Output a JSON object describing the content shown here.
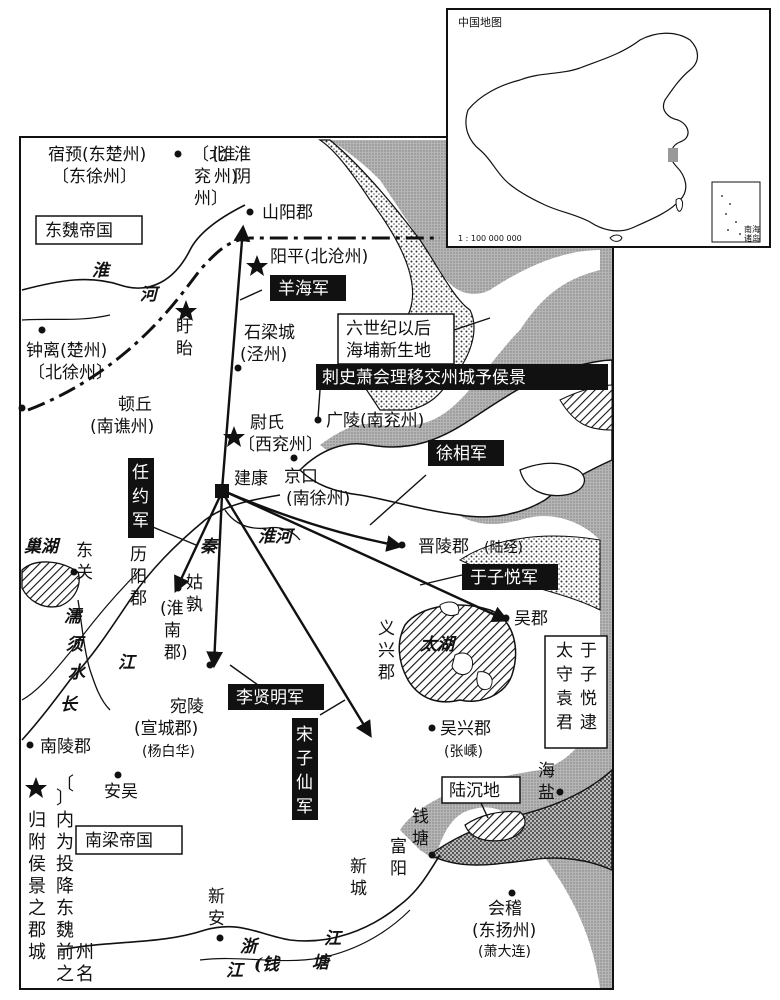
{
  "inset": {
    "title": "中国地图",
    "scale": "1 : 100 000 000",
    "south_sea_label": "南海诸岛"
  },
  "empires": {
    "east_wei": "东魏帝国",
    "south_liang": "南梁帝国"
  },
  "rivers": {
    "huai_he": [
      "淮",
      "河"
    ],
    "qin_huai_he": [
      "秦",
      "淮河"
    ],
    "jiang": "江",
    "chang": "长",
    "ruxu": [
      "濡",
      "须",
      "水"
    ],
    "chaohu": "巢湖",
    "taihu": "太湖",
    "zhe_jiang": [
      "浙",
      "江",
      "江"
    ],
    "qiantang": [
      "(钱",
      "塘"
    ]
  },
  "places": {
    "suyu": "宿预(东楚州)",
    "suyu_sub": "〔东徐州〕",
    "huaiyin_a": "淮",
    "huaiyin_b": "阴",
    "huaiyin_paren_a": "(淮",
    "huaiyin_paren_b": "州)",
    "huaiyin_bracket_a": "〔北",
    "huaiyin_bracket_b": "兖",
    "huaiyin_bracket_c": "州〕",
    "shanyang": "山阳郡",
    "yangping": "阳平(北沧州)",
    "xuyi_a": "盱",
    "xuyi_b": "眙",
    "zhongli": "钟离(楚州)",
    "zhongli_sub": "〔北徐州〕",
    "shiliang": "石梁城",
    "shiliang_sub": "(泾州)",
    "dunqiu": "顿丘",
    "dunqiu_sub": "(南谯州)",
    "weishi": "尉氏",
    "weishi_sub": "〔西兖州〕",
    "guangling": "广陵(南兖州)",
    "jiankang": "建康",
    "jingkou": "京口",
    "jingkou_sub": "(南徐州)",
    "jinling": "晋陵郡",
    "jinling_note": "(陆经)",
    "dongguan_a": "东",
    "dongguan_b": "关",
    "liyang": [
      "历",
      "阳",
      "郡"
    ],
    "gushu": [
      "姑",
      "孰"
    ],
    "huainan": [
      "(淮",
      "南",
      "郡)"
    ],
    "yixing": [
      "义",
      "兴",
      "郡"
    ],
    "wujun": "吴郡",
    "wanling": "宛陵",
    "wanling_sub": "(宣城郡)",
    "wanling_note": "(杨白华)",
    "wuxing": "吴兴郡",
    "wuxing_note": "(张嵊)",
    "nanling": "南陵郡",
    "anwu": "安吴",
    "haiyan": [
      "海",
      "盐"
    ],
    "qiantang_city": [
      "钱",
      "塘"
    ],
    "fuyang": [
      "富",
      "阳"
    ],
    "xincheng": [
      "新",
      "城"
    ],
    "xinan": [
      "新",
      "安"
    ],
    "kuaiji": "会稽",
    "kuaiji_sub": "(东扬州)",
    "kuaiji_note": "(萧大连)"
  },
  "labels": {
    "new_land_1": "六世纪以后",
    "new_land_2": "海埔新生地",
    "subsided_land": "陆沉地"
  },
  "armies": {
    "yanghai": "羊海军",
    "renyue": [
      "任",
      "约",
      "军"
    ],
    "xuxiang": "徐相军",
    "yuziyue": "于子悦军",
    "lixianming": "李贤明军",
    "songzixian": [
      "宋",
      "子",
      "仙",
      "军"
    ],
    "cishi": "刺史萧会理移交州城予侯景"
  },
  "wuwang_note": [
    "于子悦逮捕",
    "太守袁君正"
  ],
  "legend": {
    "bracket_note": [
      "〔",
      "〕",
      "内",
      "为",
      "投",
      "降",
      "东",
      "魏",
      "前",
      "之",
      "州",
      "名"
    ],
    "star_note": [
      "归",
      "附",
      "侯",
      "景",
      "之",
      "郡",
      "城"
    ]
  }
}
